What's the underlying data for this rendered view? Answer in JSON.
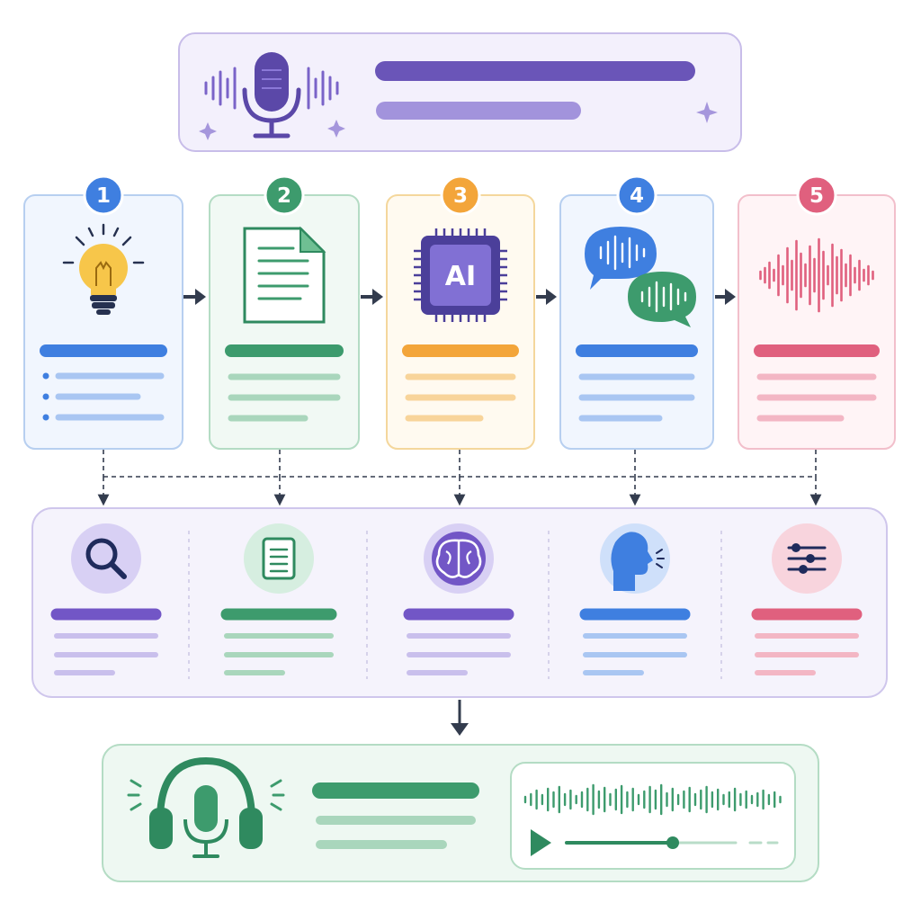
{
  "steps": [
    {
      "number": "1",
      "color": "#3f7fe0",
      "light": "#a9c6f2",
      "card_bg": "#f1f6fe",
      "card_border": "#b7cff0",
      "icon": "lightbulb-icon"
    },
    {
      "number": "2",
      "color": "#3d9b6d",
      "light": "#a9d6bc",
      "card_bg": "#f1f9f4",
      "card_border": "#b4dcc4",
      "icon": "document-icon"
    },
    {
      "number": "3",
      "color": "#f3a53a",
      "light": "#f8d49a",
      "card_bg": "#fffaf0",
      "card_border": "#f4d79c",
      "icon": "ai-chip-icon",
      "chip_label": "AI"
    },
    {
      "number": "4",
      "color": "#3f7fe0",
      "light": "#a9c6f2",
      "card_bg": "#f1f6fe",
      "card_border": "#b7cff0",
      "icon": "speech-bubbles-icon"
    },
    {
      "number": "5",
      "color": "#e0607e",
      "light": "#f3b6c4",
      "card_bg": "#fff4f6",
      "card_border": "#f2bfcb",
      "icon": "waveform-icon"
    }
  ],
  "tools": [
    {
      "icon": "search-icon",
      "color": "#7256c6",
      "light": "#c9bfec"
    },
    {
      "icon": "notes-icon",
      "color": "#3d9b6d",
      "light": "#a9d6bc"
    },
    {
      "icon": "brain-icon",
      "color": "#7256c6",
      "light": "#c9bfec"
    },
    {
      "icon": "speaking-head-icon",
      "color": "#3f7fe0",
      "light": "#a9c6f2"
    },
    {
      "icon": "sliders-icon",
      "color": "#e0607e",
      "light": "#f3b6c4"
    }
  ],
  "colors": {
    "header_accent": "#6a55b8",
    "output_accent": "#2f8a5f",
    "arrow": "#333c4e"
  }
}
